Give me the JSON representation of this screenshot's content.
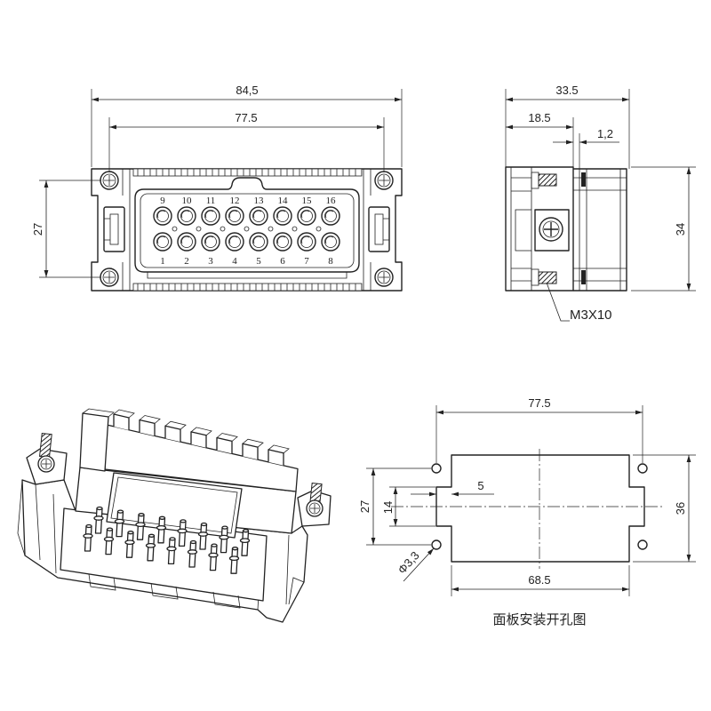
{
  "front_view": {
    "dim_overall_width": "84,5",
    "dim_hole_spacing_x": "77.5",
    "dim_hole_spacing_y": "27",
    "pins_top": [
      "9",
      "10",
      "11",
      "12",
      "13",
      "14",
      "15",
      "16"
    ],
    "pins_bottom": [
      "1",
      "2",
      "3",
      "4",
      "5",
      "6",
      "7",
      "8"
    ]
  },
  "side_view": {
    "dim_total_depth": "33.5",
    "dim_front_depth": "18.5",
    "dim_gap": "1,2",
    "dim_height": "34",
    "screw_label": "M3X10"
  },
  "panel_cutout": {
    "dim_hole_spacing_x": "77.5",
    "dim_notch_depth": "5",
    "dim_hole_spacing_y": "27",
    "dim_notch_height": "14",
    "dim_cutout_height": "36",
    "dim_hole_diameter": "Φ3,3",
    "dim_cutout_width": "68.5",
    "caption": "面板安装开孔图"
  },
  "colors": {
    "line": "#222222",
    "background": "#ffffff"
  }
}
